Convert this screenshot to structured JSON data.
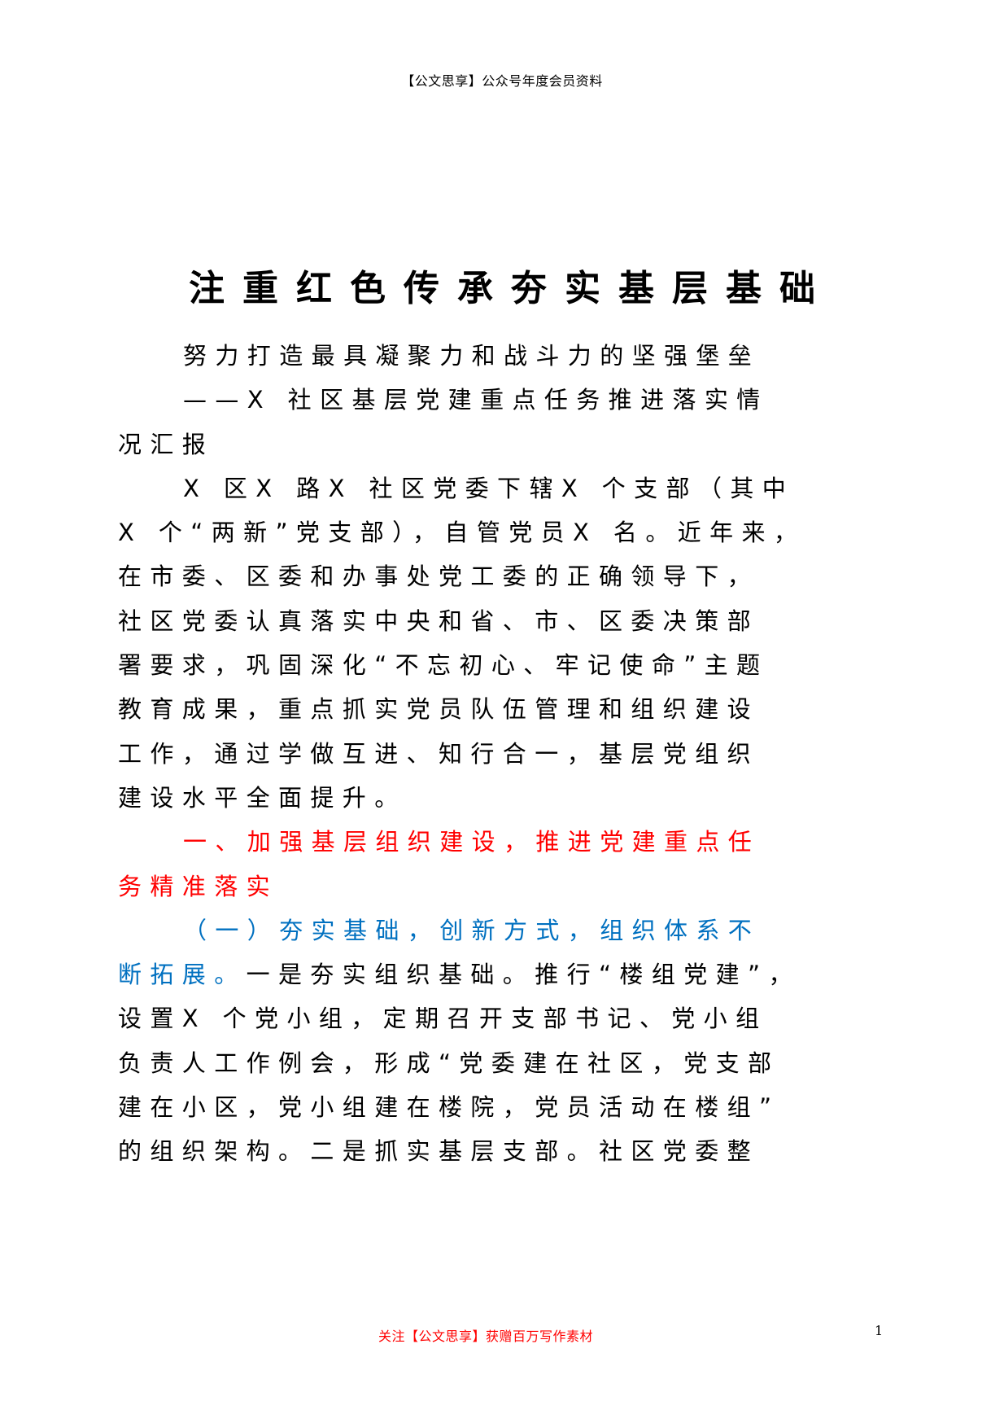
{
  "header": {
    "text": "【公文思享】公众号年度会员资料"
  },
  "document": {
    "title": "注重红色传承夯实基层基础",
    "subtitle_lines": [
      "努力打造最具凝聚力和战斗力的坚强堡垒",
      "——X 社区基层党建重点任务推进落实情",
      "况汇报"
    ],
    "intro_lines": [
      "X 区X 路X 社区党委下辖X 个支部（其中",
      "X 个“两新”党支部），自管党员X 名。近年来，",
      "在市委、区委和办事处党工委的正确领导下，",
      "社区党委认真落实中央和省、市、区委决策部",
      "署要求，巩固深化“不忘初心、牢记使命”主题",
      "教育成果，重点抓实党员队伍管理和组织建设",
      "工作，通过学做互进、知行合一，基层党组织",
      "建设水平全面提升。"
    ],
    "section1_heading_lines": [
      "一、加强基层组织建设，推进党建重点任",
      "务精准落实"
    ],
    "subsection1": {
      "heading_line1": "（一）夯实基础，创新方式，组织体系不",
      "heading_line2_part": "断拓展。",
      "body_line2_rest": "一是夯实组织基础。推行“楼组党建”，",
      "body_lines": [
        "设置X 个党小组，定期召开支部书记、党小组",
        "负责人工作例会，形成“党委建在社区，党支部",
        "建在小区，党小组建在楼院，党员活动在楼组”",
        "的组织架构。二是抓实基层支部。社区党委整"
      ]
    }
  },
  "footer": {
    "promo_text": "关注【公文思享】获赠百万写作素材",
    "page_number": "1"
  },
  "colors": {
    "section_heading": "#FF0000",
    "subsection_heading": "#0070C0",
    "footer_promo": "#FF0000",
    "body": "#000000"
  }
}
